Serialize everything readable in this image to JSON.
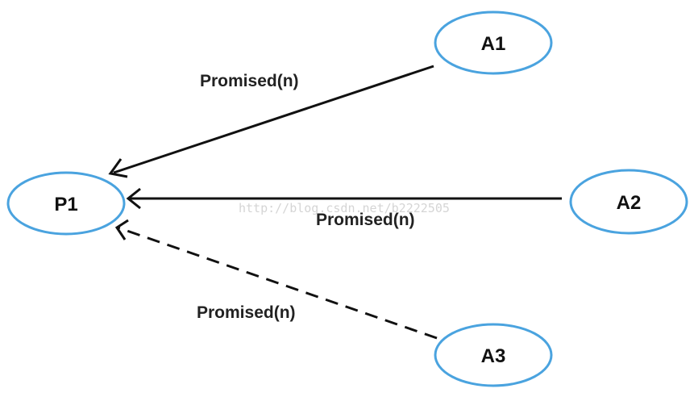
{
  "nodes": {
    "p1": {
      "label": "P1"
    },
    "a1": {
      "label": "A1"
    },
    "a2": {
      "label": "A2"
    },
    "a3": {
      "label": "A3"
    }
  },
  "edges": [
    {
      "from": "A1",
      "to": "P1",
      "label": "Promised(n)",
      "style": "solid"
    },
    {
      "from": "A2",
      "to": "P1",
      "label": "Promised(n)",
      "style": "solid"
    },
    {
      "from": "A3",
      "to": "P1",
      "label": "Promised(n)",
      "style": "dashed"
    }
  ],
  "watermark": {
    "text": "http://blog.csdn.net/b2222505"
  },
  "colors": {
    "node_stroke": "#4aa3df",
    "edge_stroke": "#111111",
    "background": "#ffffff"
  }
}
